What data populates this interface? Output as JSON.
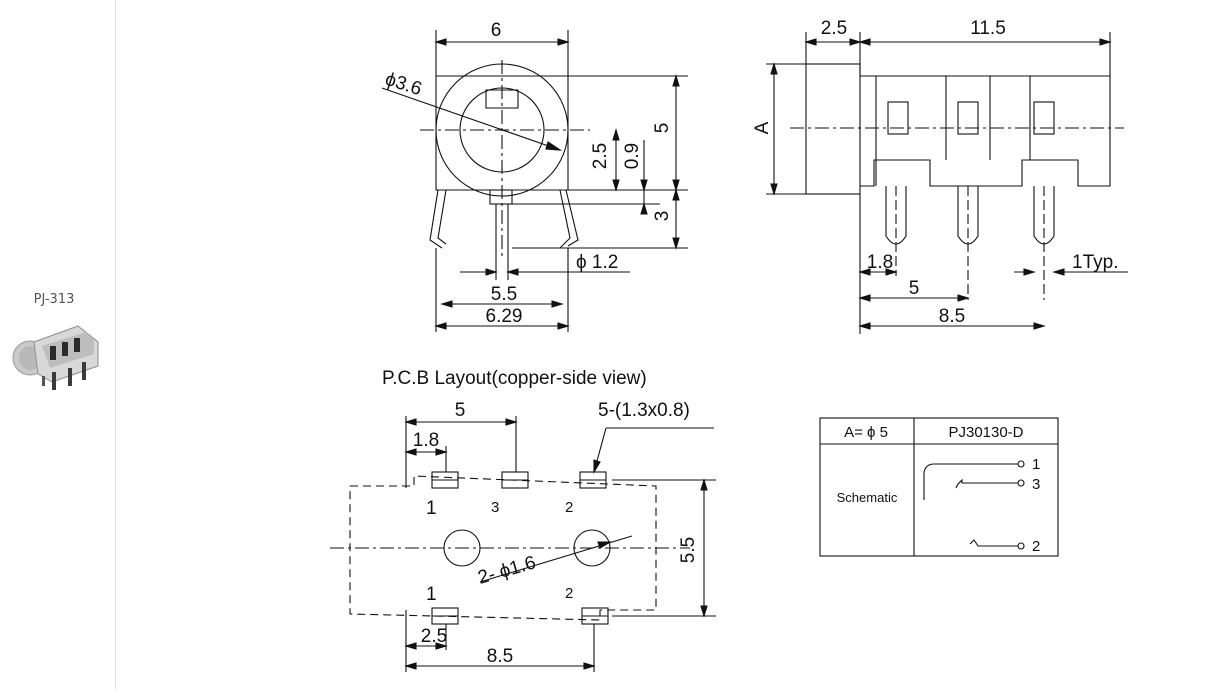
{
  "sidebar": {
    "product_label": "PJ-313",
    "thumbnail_icon": "audio-jack-connector-photo"
  },
  "front_view": {
    "width": "6",
    "bore_dia": "ϕ3.6",
    "height_total": "5",
    "center_offset": "2.5",
    "offset_small": "0.9",
    "pin_length": "3",
    "pin_dia": "ϕ 1.2",
    "pin_spacing": "5.5",
    "overall_width": "6.29"
  },
  "side_view": {
    "front_depth": "2.5",
    "body_length": "11.5",
    "diameter_label": "A",
    "pin_offset": "1.8",
    "pin_spacing": "5",
    "total_span": "8.5",
    "pin_width": "1Typ."
  },
  "pcb_layout": {
    "title": "P.C.B Layout(copper-side view)",
    "top_spacing": "5",
    "first_offset": "1.8",
    "pad_size": "5-(1.3x0.8)",
    "hole_label": "2- ϕ1.6",
    "height": "5.5",
    "bottom_offset": "2.5",
    "total_width": "8.5",
    "pin_top_1": "1",
    "pin_top_3": "3",
    "pin_top_2": "2",
    "pin_bottom_1": "1",
    "pin_bottom_2": "2"
  },
  "spec_table": {
    "header_left": "A= ϕ 5",
    "header_right": "PJ30130-D",
    "row_label": "Schematic",
    "pin1": "1",
    "pin3": "3",
    "pin2": "2"
  }
}
